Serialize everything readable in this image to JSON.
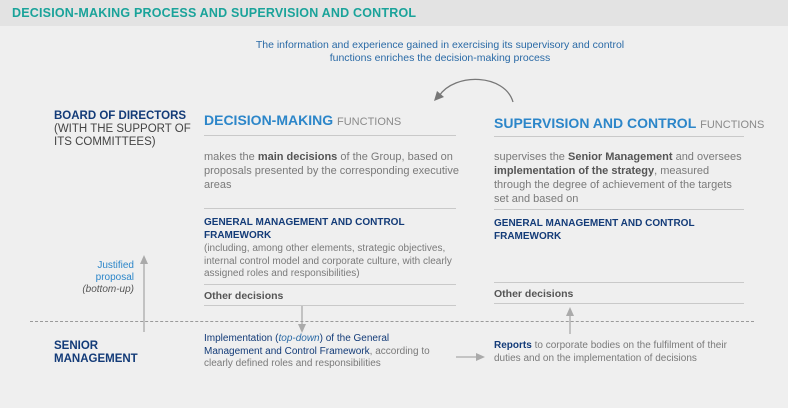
{
  "title": "DECISION-MAKING PROCESS AND SUPERVISION AND CONTROL",
  "feedback_note": "The information and experience gained in exercising its supervisory and control functions enriches the decision-making process",
  "board": {
    "name": "BOARD OF DIRECTORS",
    "note": "(WITH THE SUPPORT OF ITS COMMITTEES)"
  },
  "senior": {
    "name": "SENIOR MANAGEMENT"
  },
  "decision": {
    "head_bold": "DECISION-MAKING",
    "head_small": "FUNCTIONS",
    "desc_pre": "makes the ",
    "desc_bold": "main decisions",
    "desc_post": " of the Group, based on proposals presented by the corresponding executive areas",
    "framework_title": "GENERAL MANAGEMENT AND CONTROL FRAMEWORK",
    "framework_desc": "(including, among other elements, strategic objectives, internal control model and corporate culture, with clearly assigned roles and responsibilities)",
    "other": "Other decisions"
  },
  "supervision": {
    "head_bold": "SUPERVISION AND CONTROL",
    "head_small": "FUNCTIONS",
    "desc_1": "supervises the ",
    "desc_2": "Senior Management",
    "desc_3": " and oversees ",
    "desc_4": "implementation of the strategy",
    "desc_5": ", measured through the degree of achievement of the targets set and based on",
    "framework_title": "GENERAL MANAGEMENT AND CONTROL FRAMEWORK",
    "other": "Other decisions"
  },
  "justified": {
    "line1": "Justified proposal",
    "line2": "(bottom-up)"
  },
  "implementation": {
    "t1": "Implementation (",
    "t2": "top-down",
    "t3": ") of the ",
    "t4": "General Management and Control Framework",
    "t5": ", according to clearly defined roles and responsibilities"
  },
  "reports": {
    "t1": "Reports",
    "t2": " to corporate bodies on the fulfilment of their duties and on the implementation of decisions"
  },
  "colors": {
    "teal": "#1aa39a",
    "blue": "#2c86c9",
    "navy": "#133b78"
  }
}
